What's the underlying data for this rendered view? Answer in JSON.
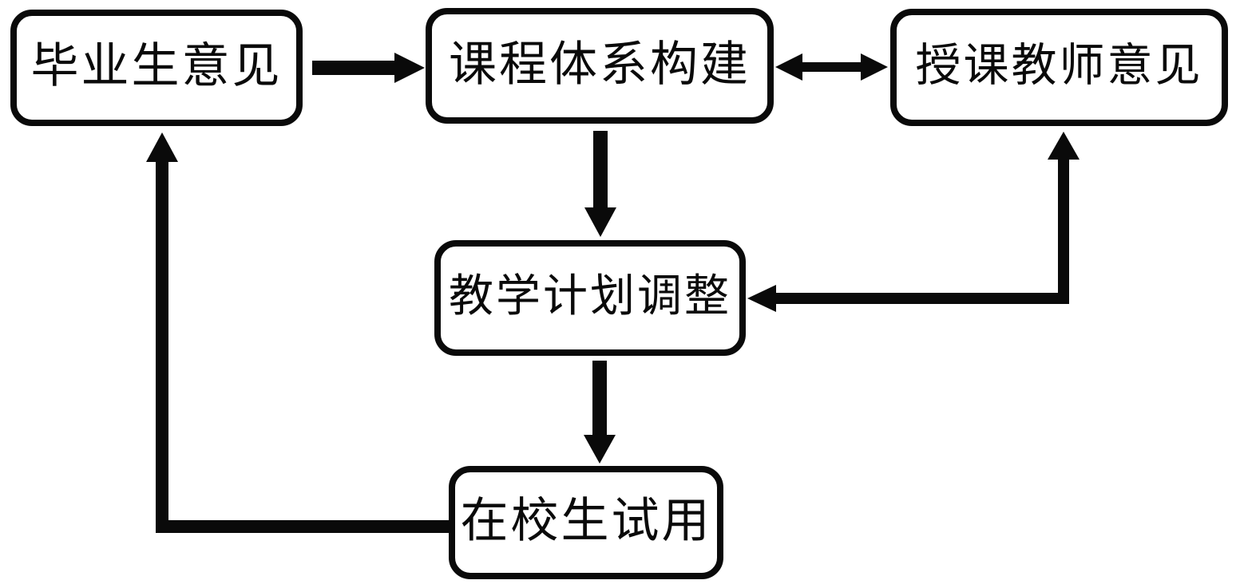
{
  "diagram": {
    "type": "flowchart",
    "background_color": "#ffffff",
    "line_color": "#0a0a0a",
    "nodes": [
      {
        "id": "graduate-opinions",
        "label": "毕业生意见"
      },
      {
        "id": "curriculum-system-building",
        "label": "课程体系构建"
      },
      {
        "id": "instructor-opinions",
        "label": "授课教师意见"
      },
      {
        "id": "teaching-plan-adjustment",
        "label": "教学计划调整"
      },
      {
        "id": "enrolled-student-trial",
        "label": "在校生试用"
      }
    ],
    "edges": [
      {
        "from": "毕业生意见",
        "to": "课程体系构建",
        "direction": "one-way"
      },
      {
        "from": "课程体系构建",
        "to": "授课教师意见",
        "direction": "two-way"
      },
      {
        "from": "课程体系构建",
        "to": "教学计划调整",
        "direction": "one-way"
      },
      {
        "from": "授课教师意见",
        "to": "教学计划调整",
        "direction": "two-way"
      },
      {
        "from": "教学计划调整",
        "to": "在校生试用",
        "direction": "one-way"
      },
      {
        "from": "在校生试用",
        "to": "毕业生意见",
        "direction": "one-way"
      }
    ]
  }
}
